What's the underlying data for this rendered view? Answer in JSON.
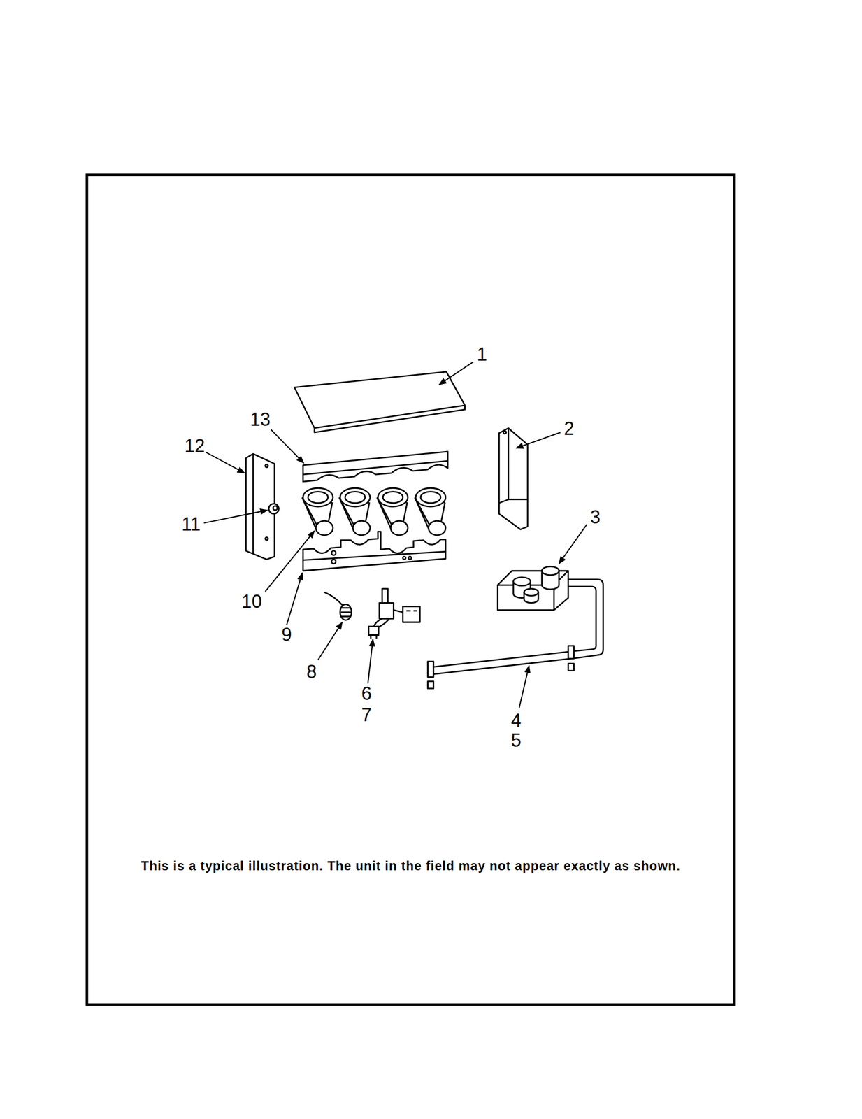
{
  "diagram": {
    "caption": "This is a typical illustration.  The unit in the field may not appear exactly as shown.",
    "labels": [
      "1",
      "13",
      "12",
      "2",
      "3",
      "11",
      "10",
      "9",
      "8",
      "6",
      "7",
      "4",
      "5"
    ]
  }
}
